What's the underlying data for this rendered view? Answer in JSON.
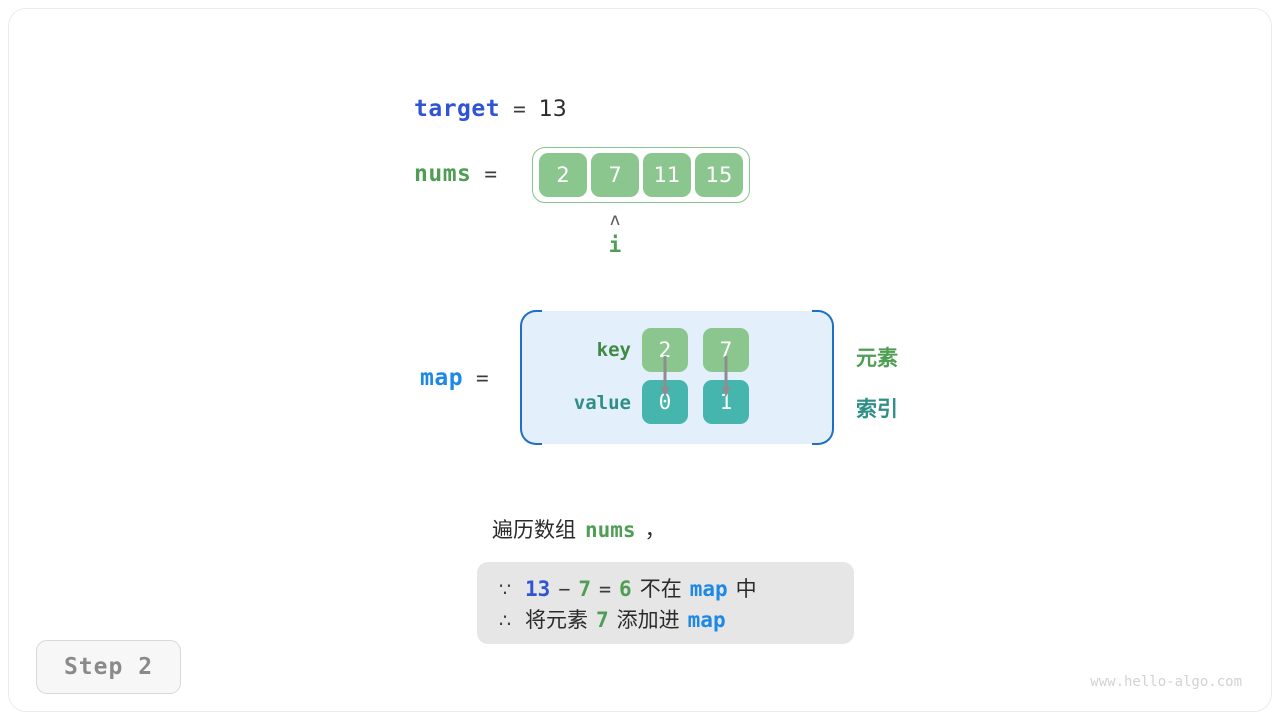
{
  "step_badge": {
    "label": "Step 2"
  },
  "watermark": {
    "text": "www.hello-algo.com"
  },
  "target": {
    "name": "target",
    "equals": "=",
    "value": "13"
  },
  "nums": {
    "name": "nums",
    "equals": "=",
    "cells": [
      "2",
      "7",
      "11",
      "15"
    ],
    "pointer": {
      "caret": "ʌ",
      "label": "i",
      "index": 1
    }
  },
  "map": {
    "name": "map",
    "equals": "=",
    "row_labels": {
      "key": "key",
      "value": "value"
    },
    "entries": [
      {
        "key": "2",
        "value": "0"
      },
      {
        "key": "7",
        "value": "1"
      }
    ],
    "side_notes": {
      "element": "元素",
      "index": "索引"
    }
  },
  "caption": {
    "prefix": "遍历数组",
    "token": "nums",
    "suffix": "，"
  },
  "explanation": {
    "line1": {
      "symbol": "∵",
      "a": "13",
      "minus": "−",
      "b": "7",
      "eq": "=",
      "result": "6",
      "text_mid": "不在",
      "token": "map",
      "text_end": "中"
    },
    "line2": {
      "symbol": "∴",
      "text_start": "将元素",
      "num": "7",
      "text_mid": "添加进",
      "token": "map"
    }
  },
  "colors": {
    "blue_var": "#2f54d4",
    "map_blue": "#1e88e5",
    "green_var": "#4f9e54",
    "cell_green": "#8cc68f",
    "cell_teal": "#45b5ae",
    "map_bg": "#e3f0fb",
    "map_border": "#1f6fc4",
    "explain_bg": "#e6e6e6"
  }
}
